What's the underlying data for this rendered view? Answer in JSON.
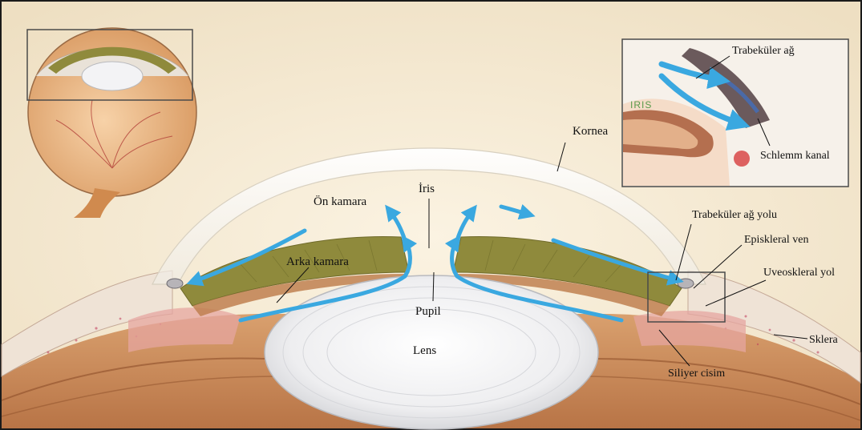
{
  "labels": {
    "kornea": "Kornea",
    "on_kamara": "Ön kamara",
    "iris": "İris",
    "arka_kamara": "Arka kamara",
    "pupil": "Pupil",
    "lens": "Lens",
    "trabekuler_ag_yolu": "Trabeküler ağ yolu",
    "episkleral_ven": "Episkleral ven",
    "uveoskleral_yol": "Uveoskleral yol",
    "sklera": "Sklera",
    "siliyer_cisim": "Siliyer cisim"
  },
  "inset": {
    "trabekuler_ag": "Trabeküler ağ",
    "iris_tag": "IRIS",
    "schlemm_kanal": "Schlemm kanal"
  },
  "colors": {
    "background": "#f4e9d3",
    "flow_arrow": "#3aa8e0",
    "tissue": "#c9895a",
    "iris_tissue": "#8f8a3c",
    "sclera": "#efe3d6",
    "lens": "#f2f2f4"
  }
}
